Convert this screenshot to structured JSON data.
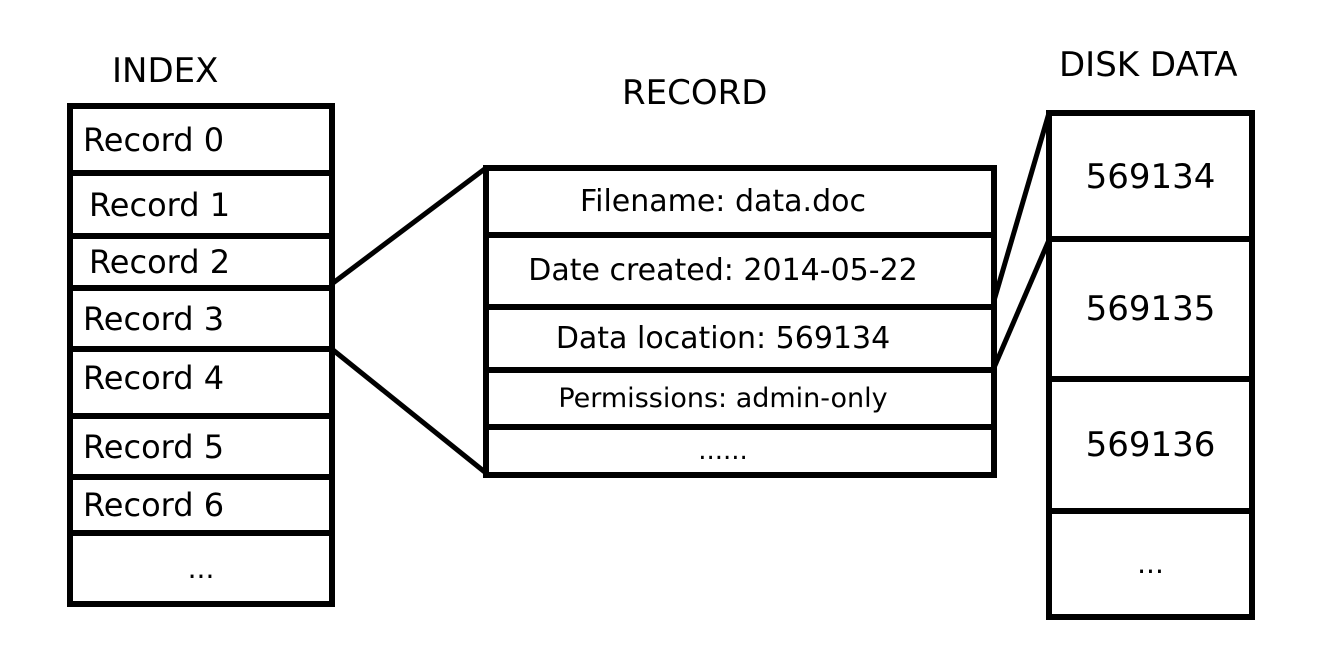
{
  "index": {
    "title": "INDEX",
    "items": [
      "Record 0",
      "Record 1",
      "Record 2",
      "Record 3",
      "Record 4",
      "Record 5",
      "Record 6",
      "..."
    ]
  },
  "record": {
    "title": "RECORD",
    "fields": [
      "Filename: data.doc",
      "Date created: 2014-05-22",
      "Data location: 569134",
      "Permissions: admin-only",
      "......"
    ]
  },
  "disk": {
    "title": "DISK DATA",
    "blocks": [
      "569134",
      "569135",
      "569136",
      "..."
    ]
  },
  "colors": {
    "line": "#000000",
    "background": "#ffffff"
  }
}
